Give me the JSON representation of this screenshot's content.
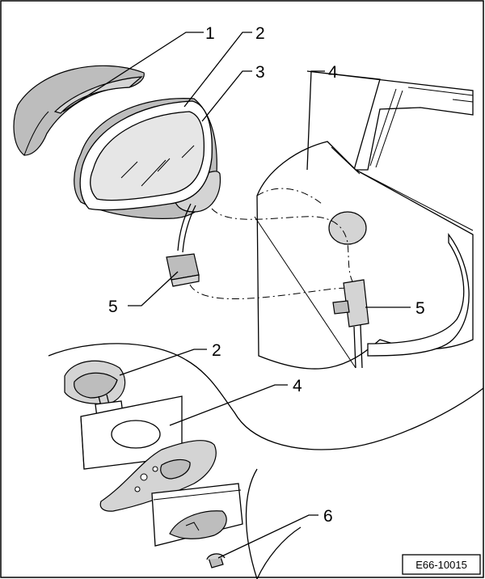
{
  "callouts": {
    "c1": "1",
    "c2": "2",
    "c3": "3",
    "c4": "4",
    "c5_left": "5",
    "c5_right": "5",
    "c2_lower": "2",
    "c4_lower": "4",
    "c6": "6"
  },
  "reference_code": "E66-10015"
}
